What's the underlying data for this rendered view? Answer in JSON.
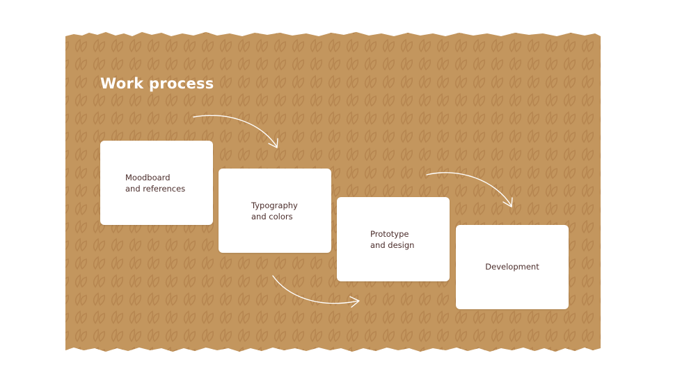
{
  "title": "Work process",
  "steps": [
    {
      "label": "Moodboard\nand references"
    },
    {
      "label": "Typography\nand colors"
    },
    {
      "label": "Prototype\nand design"
    },
    {
      "label": "Development"
    }
  ],
  "colors": {
    "background": "#c3965e",
    "pattern": "#b5844f",
    "card": "#ffffff",
    "card_text": "#4a2c2a",
    "title": "#ffffff",
    "arrow": "#ffffff"
  }
}
